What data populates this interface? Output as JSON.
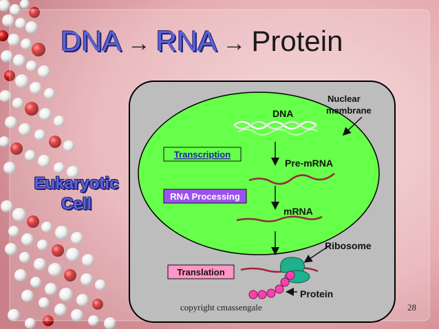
{
  "title": {
    "dna": "DNA",
    "arrow1": "→",
    "rna": "RNA",
    "arrow2": "→",
    "protein": "Protein"
  },
  "side_label": {
    "line1": "Eukaryotic",
    "line2": "Cell"
  },
  "diagram": {
    "nuclear_membrane_line1": "Nuclear",
    "nuclear_membrane_line2": "membrane",
    "dna": "DNA",
    "pre_mrna": "Pre-mRNA",
    "mrna": "mRNA",
    "ribosome": "Ribosome",
    "protein": "Protein",
    "transcription": "Transcription",
    "rna_processing": "RNA Processing",
    "translation": "Translation"
  },
  "footer": {
    "copyright": "copyright cmassengale",
    "page_number": "28"
  },
  "colors": {
    "nucleus_fill": "#66ff4a",
    "cell_fill": "#bdbdbd",
    "rna_strand": "#a0243a",
    "ribosome": "#1fb08d",
    "protein_bead": "#ff3fb0",
    "label_box_green": "#66ff4a",
    "label_box_purple": "#9b52f0",
    "label_box_pink": "#ff96c6"
  }
}
